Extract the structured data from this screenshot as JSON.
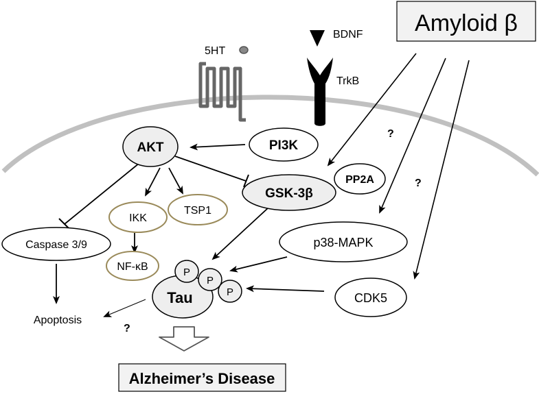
{
  "nodes": {
    "amyloid": "Amyloid β",
    "bdnf": "BDNF",
    "trkb": "TrkB",
    "ht5": "5HT",
    "akt": "AKT",
    "pi3k": "PI3K",
    "gsk3b": "GSK-3β",
    "pp2a": "PP2A",
    "ikk": "IKK",
    "tsp1": "TSP1",
    "caspase": "Caspase 3/9",
    "nfkb": "NF-κB",
    "p38": "p38-MAPK",
    "cdk5": "CDK5",
    "tau": "Tau",
    "p": "P",
    "apoptosis": "Apoptosis",
    "alzheimers": "Alzheimer’s Disease"
  },
  "annotations": {
    "question": "?"
  }
}
